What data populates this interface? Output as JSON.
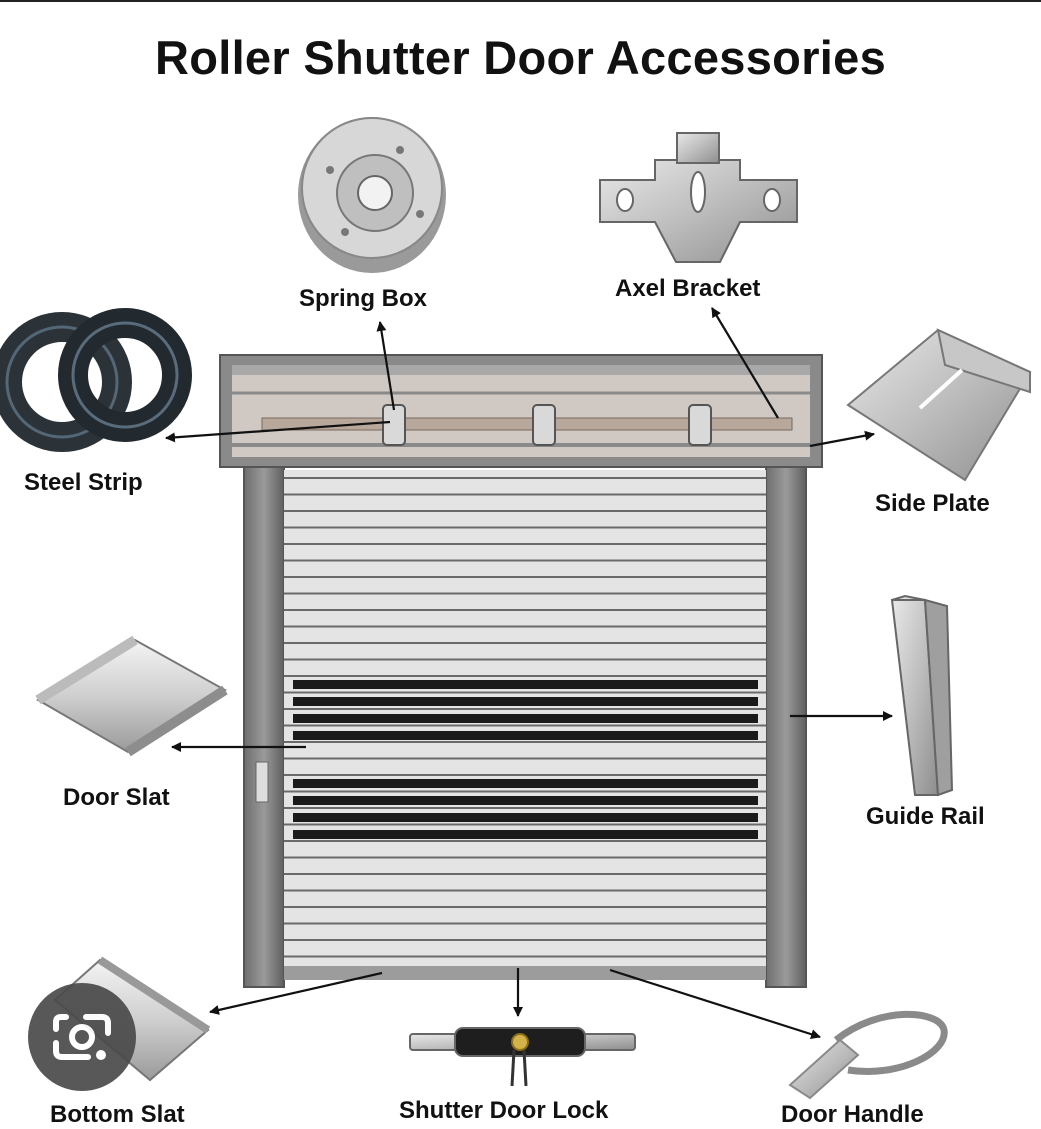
{
  "title": "Roller Shutter Door Accessories",
  "parts": {
    "spring_box": "Spring Box",
    "axel_bracket": "Axel Bracket",
    "steel_strip": "Steel Strip",
    "side_plate": "Side Plate",
    "door_slat": "Door Slat",
    "guide_rail": "Guide Rail",
    "bottom_slat": "Bottom Slat",
    "shutter_door_lock": "Shutter Door Lock",
    "door_handle": "Door Handle"
  },
  "overlay": {
    "icon": "google-lens-icon"
  }
}
